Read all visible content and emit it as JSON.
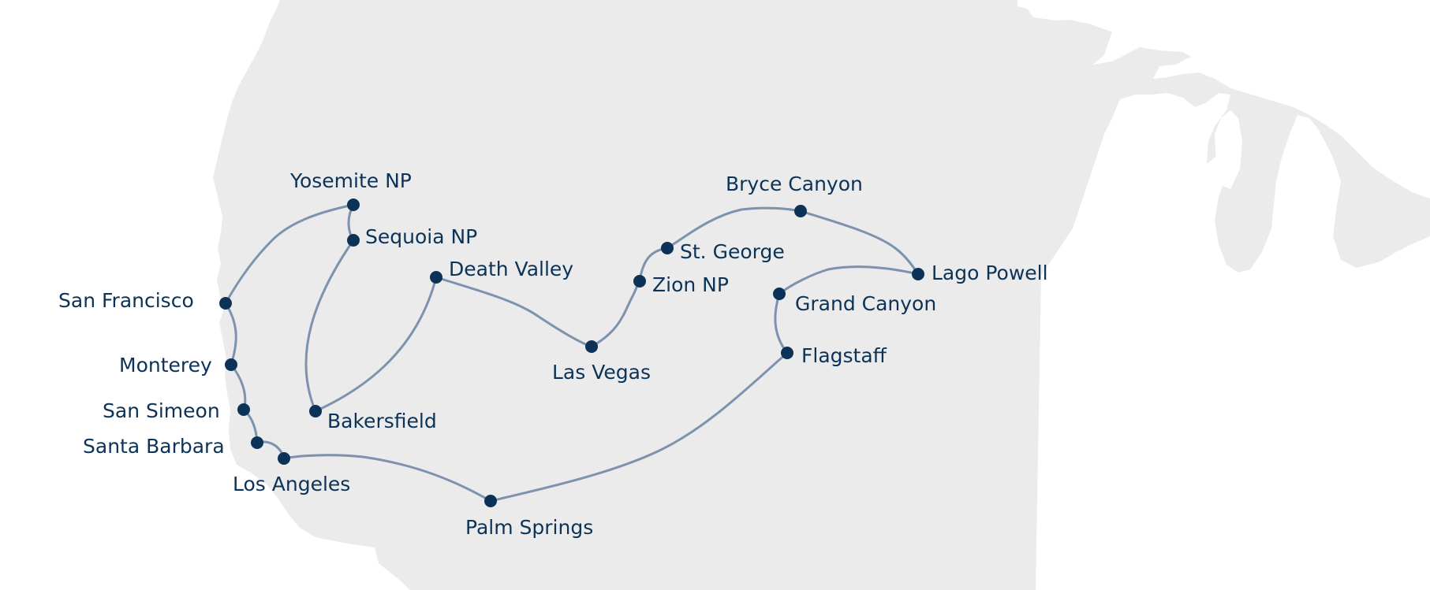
{
  "map": {
    "colors": {
      "land": "#ebebeb",
      "water": "#ffffff",
      "route": "#7d93ad",
      "stop": "#0c3357",
      "label": "#0c3357"
    },
    "stops": [
      {
        "id": "san-francisco",
        "name": "San Francisco"
      },
      {
        "id": "yosemite",
        "name": "Yosemite NP"
      },
      {
        "id": "sequoia",
        "name": "Sequoia NP"
      },
      {
        "id": "bakersfield",
        "name": "Bakersfield"
      },
      {
        "id": "death-valley",
        "name": "Death Valley"
      },
      {
        "id": "las-vegas",
        "name": "Las Vegas"
      },
      {
        "id": "zion",
        "name": "Zion NP"
      },
      {
        "id": "st-george",
        "name": "St. George"
      },
      {
        "id": "bryce",
        "name": "Bryce Canyon"
      },
      {
        "id": "lago-powell",
        "name": "Lago Powell"
      },
      {
        "id": "grand-canyon",
        "name": "Grand Canyon"
      },
      {
        "id": "flagstaff",
        "name": "Flagstaff"
      },
      {
        "id": "palm-springs",
        "name": "Palm Springs"
      },
      {
        "id": "los-angeles",
        "name": "Los Angeles"
      },
      {
        "id": "santa-barbara",
        "name": "Santa Barbara"
      },
      {
        "id": "san-simeon",
        "name": "San Simeon"
      },
      {
        "id": "monterey",
        "name": "Monterey"
      }
    ]
  }
}
